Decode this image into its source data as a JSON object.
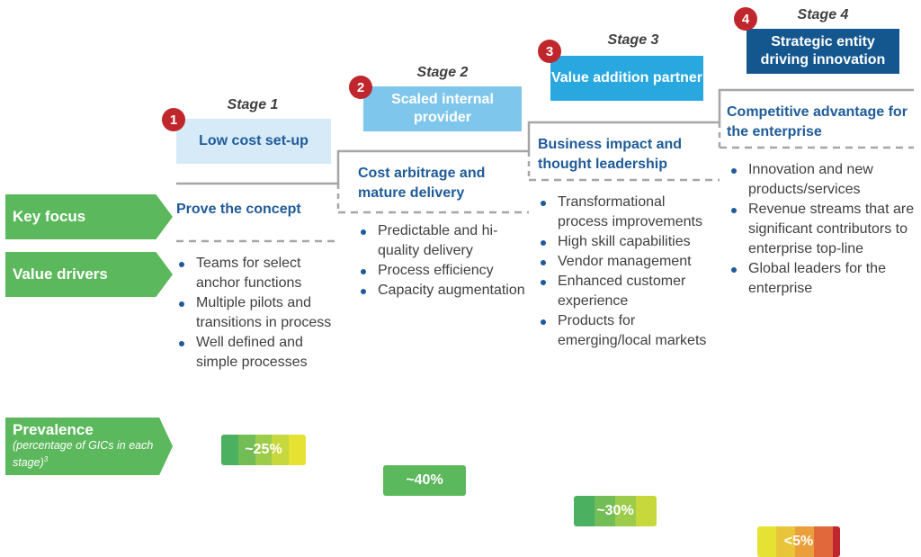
{
  "rows": {
    "key_focus": "Key focus",
    "value_drivers": "Value drivers",
    "prevalence_title": "Prevalence",
    "prevalence_sub": "(percentage of GICs in each stage)",
    "prevalence_sup": "3"
  },
  "stages": [
    {
      "number": "1",
      "label": "Stage 1",
      "title": "Low cost set-up",
      "focus": "Prove the concept",
      "drivers": [
        "Teams for select anchor functions",
        "Multiple pilots and transitions in process",
        "Well defined and simple processes"
      ],
      "prevalence": "~25%"
    },
    {
      "number": "2",
      "label": "Stage 2",
      "title": "Scaled internal provider",
      "focus": "Cost arbitrage and mature delivery",
      "drivers": [
        "Predictable and hi-quality delivery",
        "Process efficiency",
        "Capacity augmentation"
      ],
      "prevalence": "~40%"
    },
    {
      "number": "3",
      "label": "Stage 3",
      "title": "Value addition partner",
      "focus": "Business impact and thought leadership",
      "drivers": [
        "Transformational process improvements",
        "High skill capabilities",
        "Vendor management",
        "Enhanced customer experience",
        "Products for emerging/local markets"
      ],
      "prevalence": "~30%"
    },
    {
      "number": "4",
      "label": "Stage 4",
      "title": "Strategic entity driving innovation",
      "focus": "Competitive advantage for the enterprise",
      "drivers": [
        "Innovation and new products/services",
        "Revenue streams that are significant contributors to enterprise top-line",
        "Global leaders for the enterprise"
      ],
      "prevalence": "<5%"
    }
  ],
  "colors": {
    "stage1_box": "#d6eaf8",
    "stage2_box": "#7fc6ec",
    "stage3_box": "#29a8e0",
    "stage4_box": "#14578f",
    "badge": "#c0272d",
    "heading": "#1f5b99",
    "arrow": "#5cb85c"
  }
}
